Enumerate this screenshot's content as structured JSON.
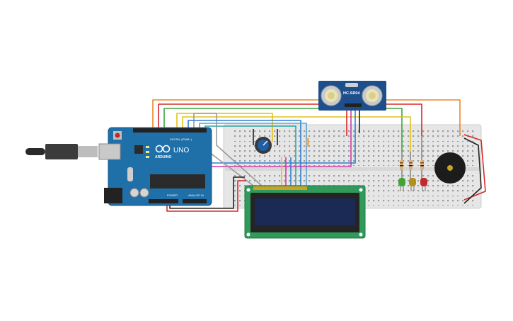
{
  "arduino": {
    "brand": "ARDUINO",
    "model": "UNO",
    "digital_label": "DIGITAL (PWM~)",
    "power_label": "POWER",
    "analog_label": "ANALOG IN",
    "board_color": "#1f6fa8"
  },
  "sensor": {
    "label": "HC-SR04",
    "board_color": "#1c4f8c"
  },
  "lcd": {
    "pcb_color": "#2f9a5a",
    "screen_color": "#1b2a55"
  },
  "leds": [
    {
      "name": "green-led",
      "color": "#3fa535"
    },
    {
      "name": "yellow-led",
      "color": "#b3901e"
    },
    {
      "name": "red-led",
      "color": "#c12a2a"
    }
  ],
  "wire_colors": {
    "orange": "#e8862a",
    "red": "#d62a2a",
    "green": "#3aa53a",
    "yellow": "#e3c21a",
    "gray": "#9a9a9a",
    "blue": "#2f7fd0",
    "magenta": "#cf3aa6",
    "black": "#222222"
  }
}
